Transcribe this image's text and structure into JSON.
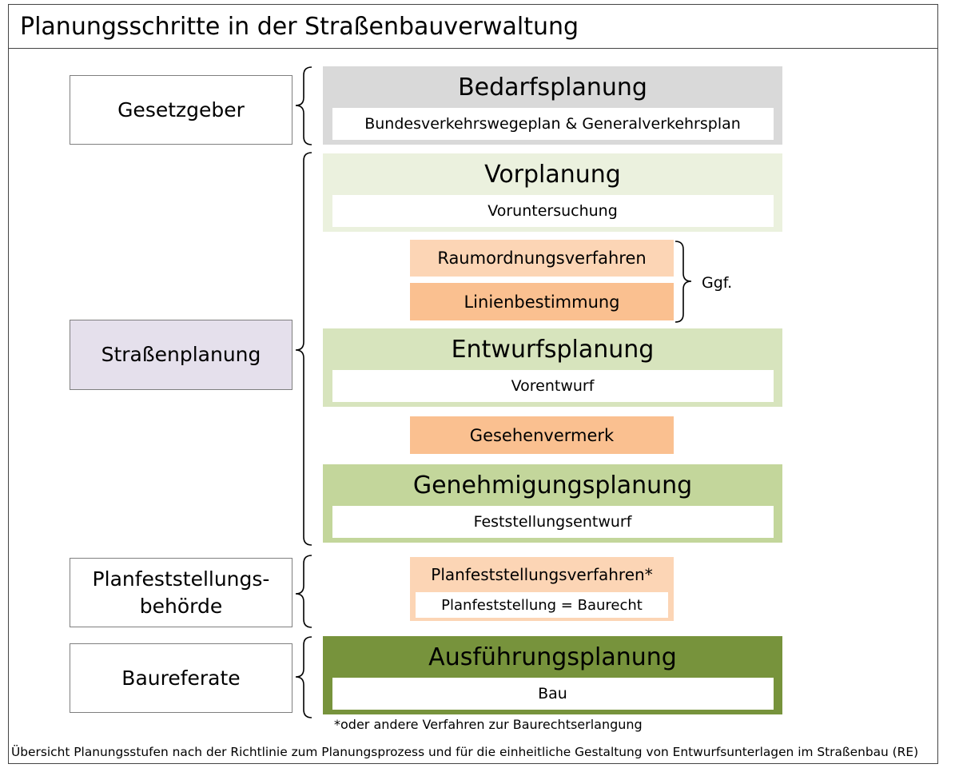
{
  "title": "Planungsschritte in der Straßenbauverwaltung",
  "actors": {
    "gesetzgeber": "Gesetzgeber",
    "strassenplanung": "Straßenplanung",
    "planfeststellung_line1": "Planfeststellungs-",
    "planfeststellung_line2": "behörde",
    "baureferate": "Baureferate"
  },
  "phases": {
    "bedarfsplanung": {
      "title": "Bedarfsplanung",
      "sub": "Bundesverkehrswegeplan & Generalverkehrsplan",
      "color": "#d9d9d9"
    },
    "vorplanung": {
      "title": "Vorplanung",
      "sub": "Voruntersuchung",
      "color": "#ebf1de"
    },
    "entwurfsplanung": {
      "title": "Entwurfsplanung",
      "sub": "Vorentwurf",
      "color": "#d7e4bd"
    },
    "genehmigungsplanung": {
      "title": "Genehmigungsplanung",
      "sub": "Feststellungsentwurf",
      "color": "#c3d69b"
    },
    "ausfuehrungsplanung": {
      "title": "Ausführungsplanung",
      "sub": "Bau",
      "color": "#77933c"
    }
  },
  "steps": {
    "raumordnung": {
      "label": "Raumordnungsverfahren",
      "color": "#fcd5b5"
    },
    "linienbestimmung": {
      "label": "Linienbestimmung",
      "color": "#fac090"
    },
    "gesehenvermerk": {
      "label": "Gesehenvermerk",
      "color": "#fac090"
    },
    "planfeststellungsverfahren": {
      "label": "Planfeststellungsverfahren*",
      "sub": "Planfeststellung = Baurecht",
      "color": "#fcd5b5"
    }
  },
  "ggf_label": "Ggf.",
  "footnote": "*oder andere Verfahren zur Baurechtserlangung",
  "caption": "Übersicht Planungsstufen nach der Richtlinie zum Planungsprozess und für die einheitliche Gestaltung von Entwurfsunterlagen im Straßenbau (RE)"
}
